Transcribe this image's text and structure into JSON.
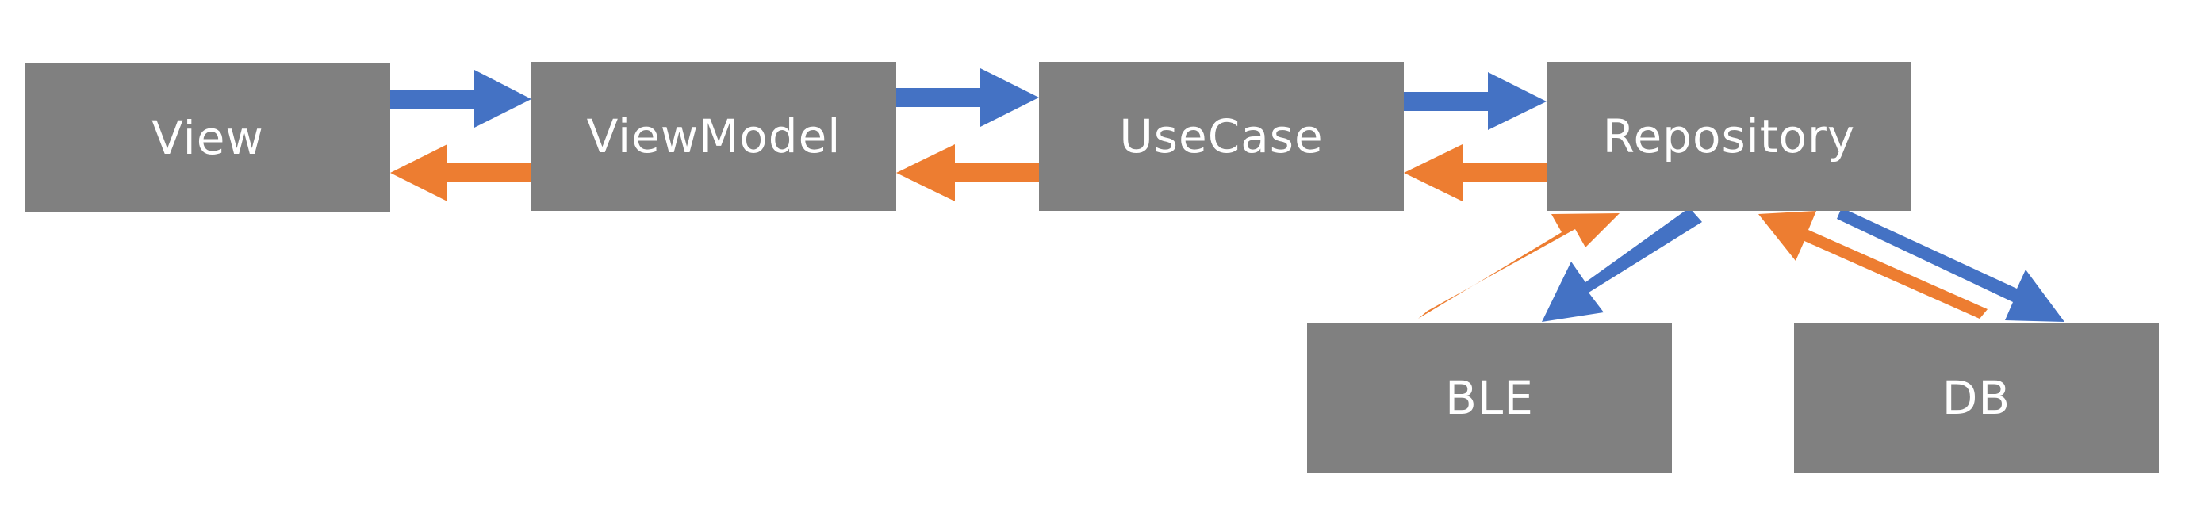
{
  "nodes": {
    "view": "View",
    "viewmodel": "ViewModel",
    "usecase": "UseCase",
    "repository": "Repository",
    "ble": "BLE",
    "db": "DB"
  },
  "colors": {
    "box_fill": "#808080",
    "box_text": "#ffffff",
    "request_arrow": "#4472C4",
    "response_arrow": "#ED7D31"
  }
}
